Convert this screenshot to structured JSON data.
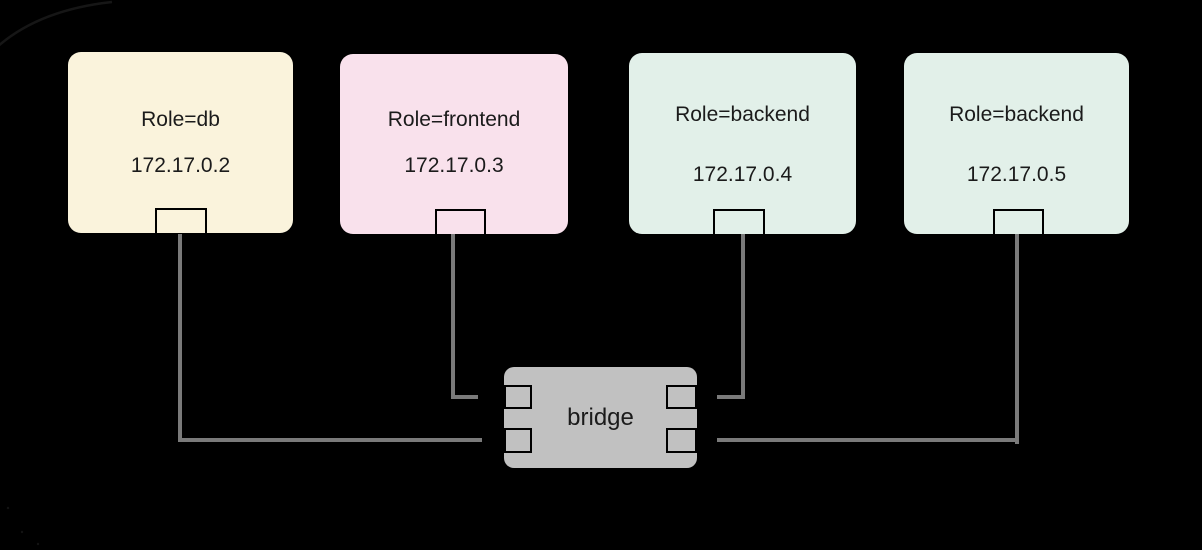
{
  "diagram": {
    "background": "#000000",
    "connector_color": "#7a7a7a",
    "text_color": "#1b1b1b",
    "nodes": [
      {
        "id": "db",
        "role": "Role=db",
        "ip": "172.17.0.2",
        "color": "#faf3dc"
      },
      {
        "id": "frontend",
        "role": "Role=frontend",
        "ip": "172.17.0.3",
        "color": "#f9e1ec"
      },
      {
        "id": "backend-1",
        "role": "Role=backend",
        "ip": "172.17.0.4",
        "color": "#e2f0e9"
      },
      {
        "id": "backend-2",
        "role": "Role=backend",
        "ip": "172.17.0.5",
        "color": "#e2f0e9"
      }
    ],
    "bridge": {
      "label": "bridge",
      "color": "#c1c1c1"
    },
    "connections": [
      {
        "from": "db",
        "to": "bridge"
      },
      {
        "from": "frontend",
        "to": "bridge"
      },
      {
        "from": "backend-1",
        "to": "bridge"
      },
      {
        "from": "backend-2",
        "to": "bridge"
      }
    ]
  }
}
